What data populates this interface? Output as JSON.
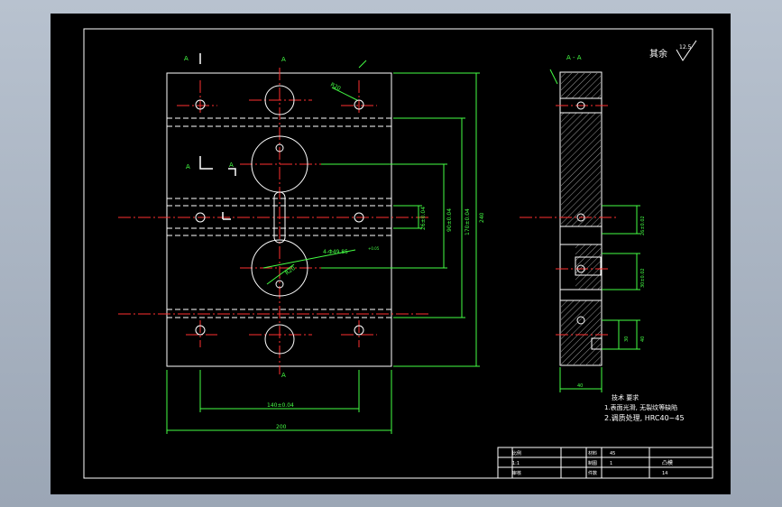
{
  "section_label": "A - A",
  "view_marks": {
    "a1": "A",
    "a2": "A",
    "a3": "A",
    "a4": "A",
    "a5": "A"
  },
  "roughness": {
    "label": "其余",
    "value": "12.5"
  },
  "dims": {
    "width_total": "200",
    "hole_spacing": "140±0.04",
    "height_total": "240",
    "h1": "170±0.04",
    "h2": "90±0.04",
    "h3": "26±0.04",
    "holes": "4-Φ49.85",
    "hole_tol": "+0.05",
    "radius": "R20",
    "side_w": "40",
    "side_h1": "26±0.02",
    "side_h2": "30±0.02",
    "side_h3": "30",
    "side_h4": "40"
  },
  "notes": {
    "title": "技术 要求",
    "line1": "1.表面光滑, 无裂纹等缺陷",
    "line2": "2.调质处理, HRC40~45"
  },
  "title_block": {
    "c1": "比例",
    "c2": "1:1",
    "c3": "材料",
    "c4": "45",
    "c5": "制图",
    "c6": "审核",
    "c7": "凸模",
    "c8": "件数",
    "c9": "1",
    "c10": "14"
  }
}
